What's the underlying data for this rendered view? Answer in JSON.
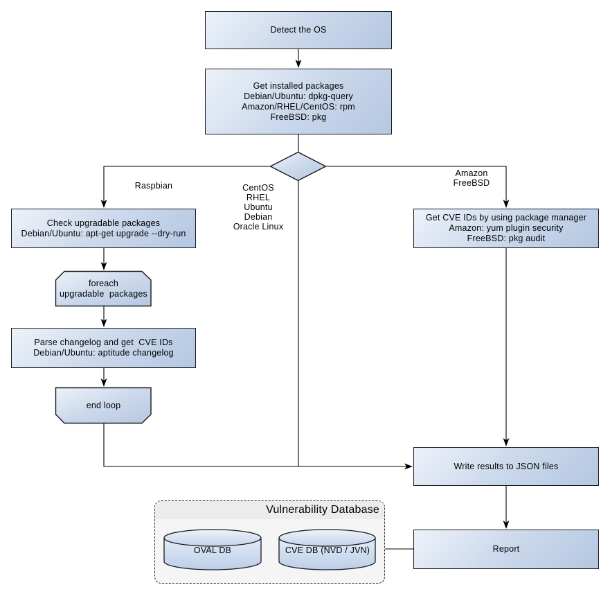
{
  "nodes": {
    "detect_os": {
      "label": "Detect the OS"
    },
    "get_installed_packages": {
      "label": "Get installed packages\nDebian/Ubuntu: dpkg-query\nAmazon/RHEL/CentOS: rpm\nFreeBSD: pkg"
    },
    "check_upgradable_packages": {
      "label": "Check upgradable packages\nDebian/Ubuntu: apt-get upgrade --dry-run"
    },
    "foreach_loop_start": {
      "label": "foreach\nupgradable  packages"
    },
    "parse_changelog": {
      "label": "Parse changelog and get  CVE IDs\nDebian/Ubuntu: aptitude changelog"
    },
    "loop_end": {
      "label": "end loop"
    },
    "get_cve_ids_pkg_manager": {
      "label": "Get CVE IDs by using package manager\nAmazon: yum plugin security\nFreeBSD: pkg audit"
    },
    "write_results": {
      "label": "Write results to JSON files"
    },
    "report": {
      "label": "Report"
    }
  },
  "branch_labels": {
    "left": "Raspbian",
    "middle": "CentOS\nRHEL\nUbuntu\nDebian\nOracle Linux",
    "right": "Amazon\nFreeBSD"
  },
  "database": {
    "title": "Vulnerability Database",
    "cylinders": [
      {
        "label": "OVAL DB"
      },
      {
        "label": "CVE DB (NVD / JVN)"
      }
    ]
  },
  "colors": {
    "node_fill_light": "#edf2f9",
    "node_fill_dark": "#b4c7e1",
    "node_border": "#15181d",
    "connector": "#000000",
    "container_fill": "#f5f5f5",
    "container_titlebar": "#ececec",
    "background": "#ffffff"
  }
}
